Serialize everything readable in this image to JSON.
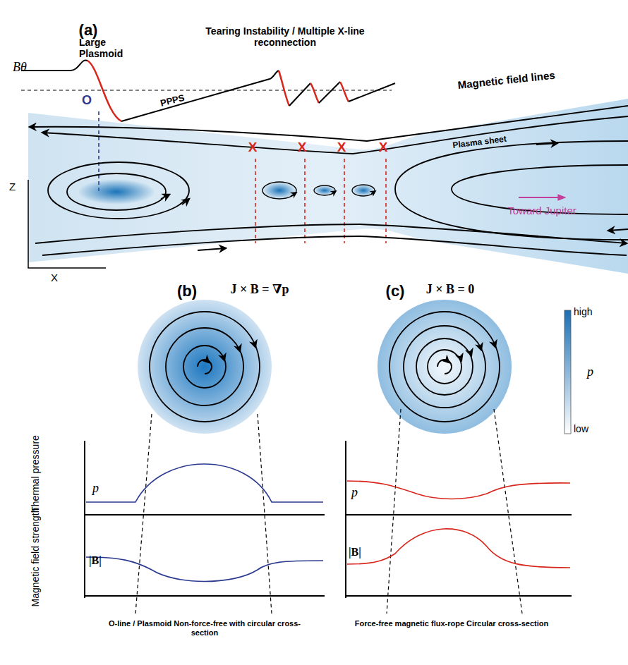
{
  "diagram": {
    "labels": [
      "(a)",
      "Bθ",
      "Large Plasmoid",
      "Tearing Instability / Multiple X-line reconnection",
      "O",
      "PPPS",
      "X",
      "X",
      "X",
      "X",
      "Magnetic field lines",
      "Plasma sheet",
      "Toward Jupiter",
      "Z",
      "X",
      "(b)",
      "J × B = ∇p",
      "(c)",
      "J × B = 0",
      "high",
      "p",
      "low",
      "Thermal pressure",
      "p",
      "Magnetic field strength",
      "|B|",
      "p",
      "|B|",
      "O-line / Plasmoid Non-force-free with circular cross-section",
      "Force-free magnetic flux-rope Circular cross-section"
    ]
  }
}
